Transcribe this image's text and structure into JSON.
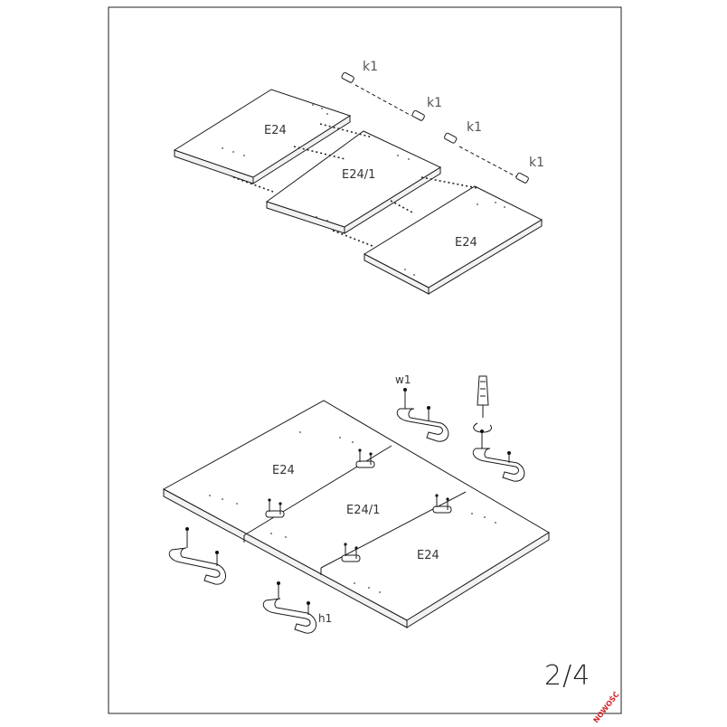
{
  "step1": {
    "dowels": [
      "k1",
      "k1",
      "k1",
      "k1"
    ],
    "panels": [
      "E24",
      "E24/1",
      "E24"
    ]
  },
  "step2": {
    "panels": [
      "E24",
      "E24/1",
      "E24"
    ],
    "parts": {
      "bracket_top": "w1",
      "bracket_bottom": "h1"
    },
    "tool": "screwdriver-icon"
  },
  "page_number": "2/4",
  "corner_stamp": "NOWOŚĆ",
  "colors": {
    "line": "#1a1a1a",
    "stamp": "#d2262a"
  }
}
